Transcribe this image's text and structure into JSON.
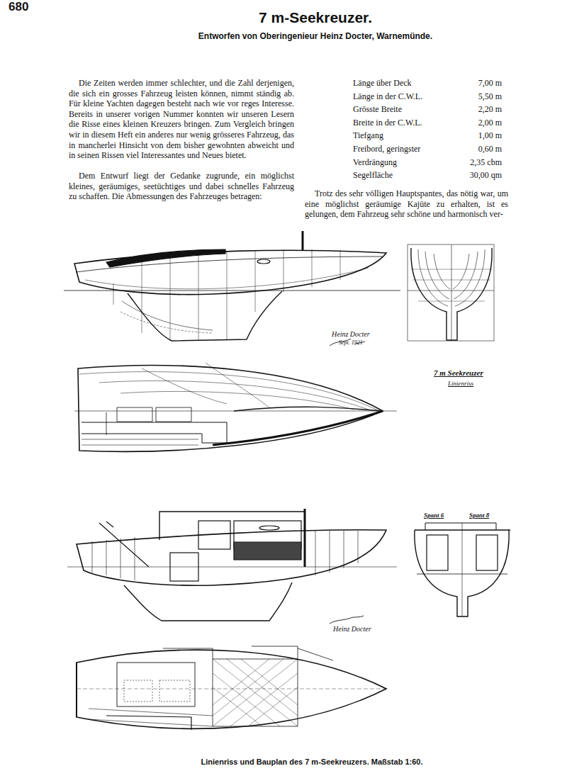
{
  "diagram": {
    "title": "7 m-Seekreuzer.",
    "caption": "Linienriss und Bauplan des 7 m-Seekreuzers. Maßstab 1:60.",
    "labels": [
      "680",
      "Entworfen von Oberingenieur Heinz Docter, Warnemünde.",
      "Die Zeiten werden immer schlechter, und die Zahl derjenigen, die sich ein grosses Fahrzeug leisten können, nimmt ständig ab. Für kleine Yachten dagegen besteht nach wie vor reges Interesse. Bereits in unserer vorigen Nummer konnten wir unseren Lesern die Risse eines kleinen Kreuzers bringen. Zum Vergleich bringen wir in diesem Heft ein anderes nur wenig grösseres Fahrzeug, das in mancherlei Hinsicht von dem bisher gewohnten abweicht und in seinen Rissen viel Interessantes und Neues bietet.",
      "Dem Entwurf liegt der Gedanke zugrunde, ein möglichst kleines, geräumiges, seetüchtiges und dabei schnelles Fahrzeug zu schaffen. Die Abmessungen des Fahrzeuges betragen:",
      "Länge über Deck",
      "7,00 m",
      "Länge in der C.W.L.",
      "5,50 m",
      "Grösste Breite",
      "2,20 m",
      "Breite in der C.W.L.",
      "2,00 m",
      "Tiefgang",
      "1,00 m",
      "Freibord, geringster",
      "0,60 m",
      "Verdrängung",
      "2,35 cbm",
      "Segelfläche",
      "30,00 qm",
      "Trotz des sehr völligen Hauptspantes, das nötig war, um eine möglichst geräumige Kajüte zu erhalten, ist es gelungen, dem Fahrzeug sehr schöne und harmonisch ver-",
      "Heinz Docter",
      "Sept. 1921",
      "7 m Seekreuzer",
      "Linienriss",
      "Spant 6",
      "Spant 8",
      "Heinz Docter"
    ]
  }
}
